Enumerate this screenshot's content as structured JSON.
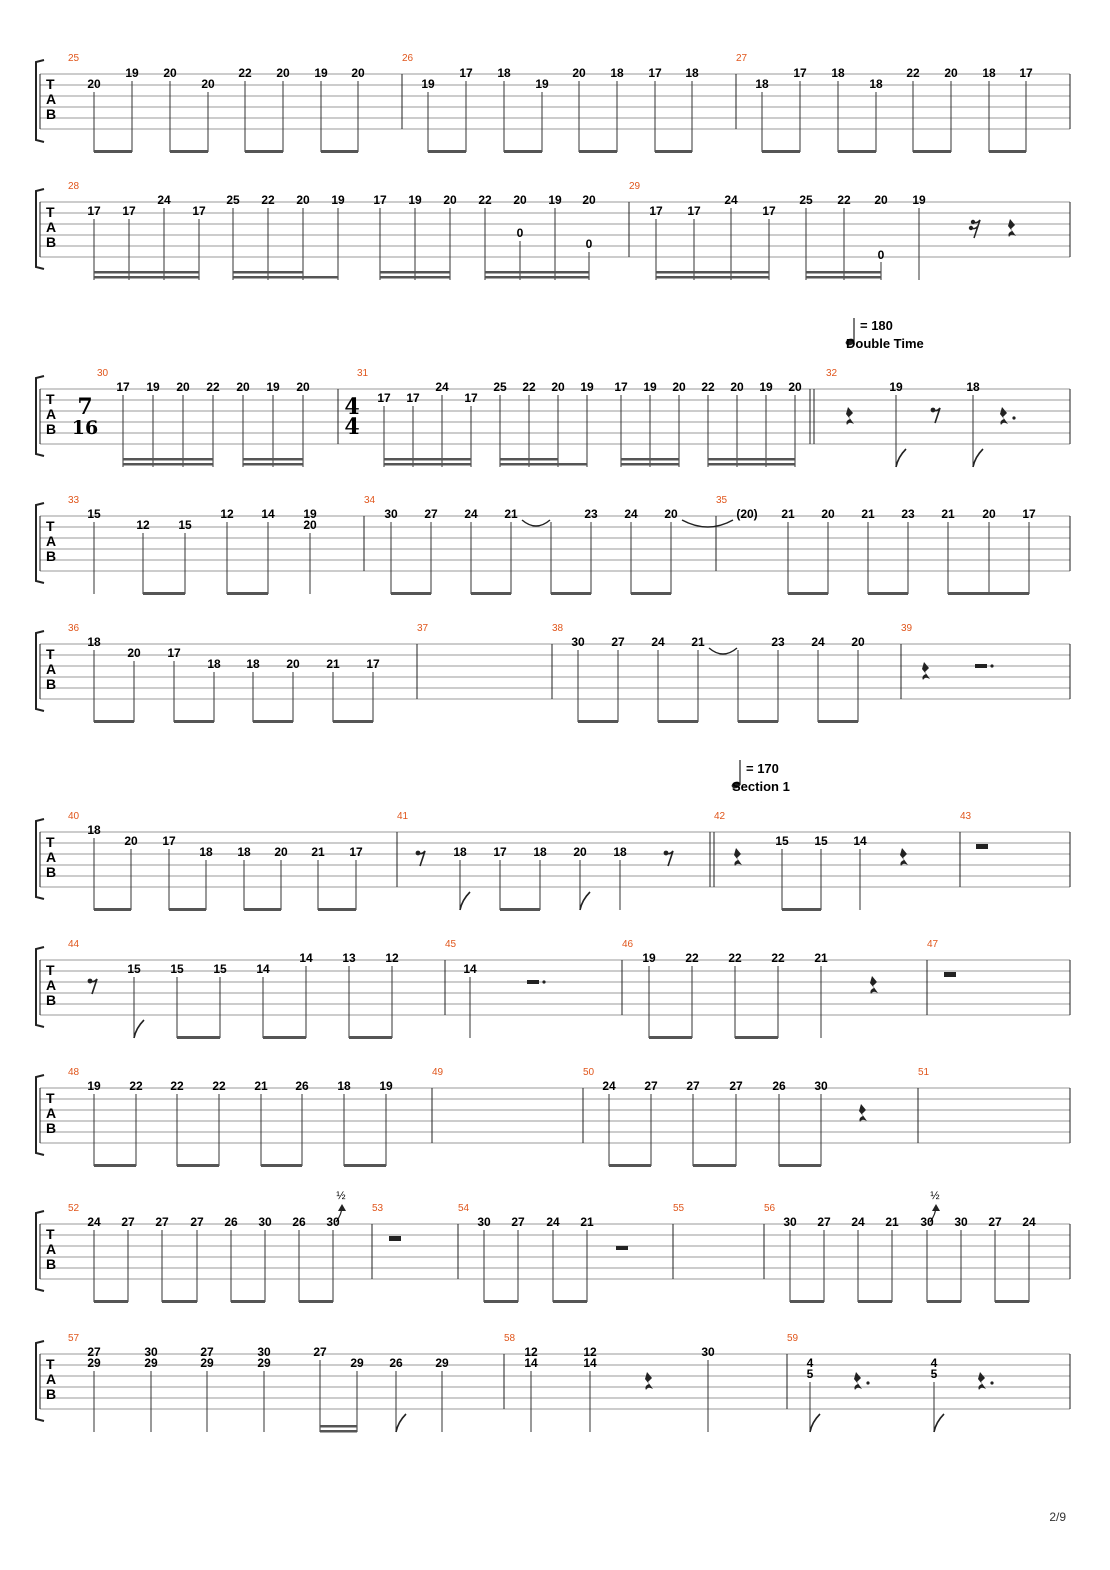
{
  "page": {
    "number": "2/9"
  },
  "labels": {
    "tab": [
      "T",
      "A",
      "B"
    ],
    "half_bend": "½"
  },
  "tempo_marks": [
    {
      "bpm_text": "= 180",
      "section": "Double Time"
    },
    {
      "bpm_text": "= 170",
      "section": "Section 1"
    }
  ],
  "time_signatures": [
    {
      "measure": "30",
      "top": "7",
      "bottom": "16"
    },
    {
      "measure": "31",
      "top": "4",
      "bottom": "4"
    }
  ],
  "systems": [
    {
      "measures": [
        {
          "number": "25",
          "notes": [
            "20",
            "19",
            "20",
            "20",
            "22",
            "20",
            "19",
            "20"
          ]
        },
        {
          "number": "26",
          "notes": [
            "19",
            "17",
            "18",
            "19",
            "20",
            "18",
            "17",
            "18"
          ]
        },
        {
          "number": "27",
          "notes": [
            "18",
            "17",
            "18",
            "18",
            "22",
            "20",
            "18",
            "17"
          ]
        }
      ]
    },
    {
      "measures": [
        {
          "number": "28",
          "notes": [
            "17",
            "17",
            "24",
            "17",
            "25",
            "22",
            "20",
            "19",
            "17",
            "19",
            "20",
            "22",
            "20",
            "0",
            "19",
            "20",
            "0"
          ]
        },
        {
          "number": "29",
          "notes": [
            "17",
            "17",
            "24",
            "17",
            "25",
            "22",
            "20",
            "0",
            "19"
          ]
        }
      ]
    },
    {
      "measures": [
        {
          "number": "30",
          "notes": [
            "17",
            "19",
            "20",
            "22",
            "20",
            "19",
            "20"
          ]
        },
        {
          "number": "31",
          "notes": [
            "17",
            "17",
            "24",
            "17",
            "25",
            "22",
            "20",
            "19",
            "17",
            "19",
            "20",
            "22",
            "20",
            "19",
            "20"
          ]
        },
        {
          "number": "32",
          "notes": [
            "19",
            "18"
          ]
        }
      ]
    },
    {
      "measures": [
        {
          "number": "33",
          "notes": [
            "15",
            "12",
            "15",
            "12",
            "14",
            "19",
            "20"
          ]
        },
        {
          "number": "34",
          "notes": [
            "30",
            "27",
            "24",
            "21",
            "23",
            "24",
            "20"
          ]
        },
        {
          "number": "35",
          "notes": [
            "(20)",
            "21",
            "20",
            "21",
            "23",
            "21",
            "20",
            "17"
          ]
        }
      ]
    },
    {
      "measures": [
        {
          "number": "36",
          "notes": [
            "18",
            "20",
            "17",
            "18",
            "18",
            "20",
            "21",
            "17"
          ]
        },
        {
          "number": "37",
          "notes": []
        },
        {
          "number": "38",
          "notes": [
            "30",
            "27",
            "24",
            "21",
            "23",
            "24",
            "20"
          ]
        },
        {
          "number": "39",
          "notes": []
        }
      ]
    },
    {
      "measures": [
        {
          "number": "40",
          "notes": [
            "18",
            "20",
            "17",
            "18",
            "18",
            "20",
            "21",
            "17"
          ]
        },
        {
          "number": "41",
          "notes": [
            "18",
            "17",
            "18",
            "20",
            "18"
          ]
        },
        {
          "number": "42",
          "notes": [
            "15",
            "15",
            "14"
          ]
        },
        {
          "number": "43",
          "notes": []
        }
      ]
    },
    {
      "measures": [
        {
          "number": "44",
          "notes": [
            "15",
            "15",
            "15",
            "14",
            "14",
            "13",
            "12"
          ]
        },
        {
          "number": "45",
          "notes": [
            "14"
          ]
        },
        {
          "number": "46",
          "notes": [
            "19",
            "22",
            "22",
            "22",
            "21"
          ]
        },
        {
          "number": "47",
          "notes": []
        }
      ]
    },
    {
      "measures": [
        {
          "number": "48",
          "notes": [
            "19",
            "22",
            "22",
            "22",
            "21",
            "26",
            "18",
            "19"
          ]
        },
        {
          "number": "49",
          "notes": []
        },
        {
          "number": "50",
          "notes": [
            "24",
            "27",
            "27",
            "27",
            "26",
            "30"
          ]
        },
        {
          "number": "51",
          "notes": []
        }
      ]
    },
    {
      "measures": [
        {
          "number": "52",
          "notes": [
            "24",
            "27",
            "27",
            "27",
            "26",
            "30",
            "26",
            "30"
          ]
        },
        {
          "number": "53",
          "notes": []
        },
        {
          "number": "54",
          "notes": [
            "30",
            "27",
            "24",
            "21"
          ]
        },
        {
          "number": "55",
          "notes": []
        },
        {
          "number": "56",
          "notes": [
            "30",
            "27",
            "24",
            "21",
            "30",
            "30",
            "27",
            "24"
          ]
        }
      ]
    },
    {
      "measures": [
        {
          "number": "57",
          "notes": [
            "27",
            "29",
            "30",
            "29",
            "27",
            "29",
            "30",
            "29",
            "27",
            "29",
            "26",
            "29"
          ]
        },
        {
          "number": "58",
          "notes": [
            "12",
            "14",
            "12",
            "14",
            "30"
          ]
        },
        {
          "number": "59",
          "notes": [
            "4",
            "5",
            "4",
            "5"
          ]
        }
      ]
    }
  ]
}
